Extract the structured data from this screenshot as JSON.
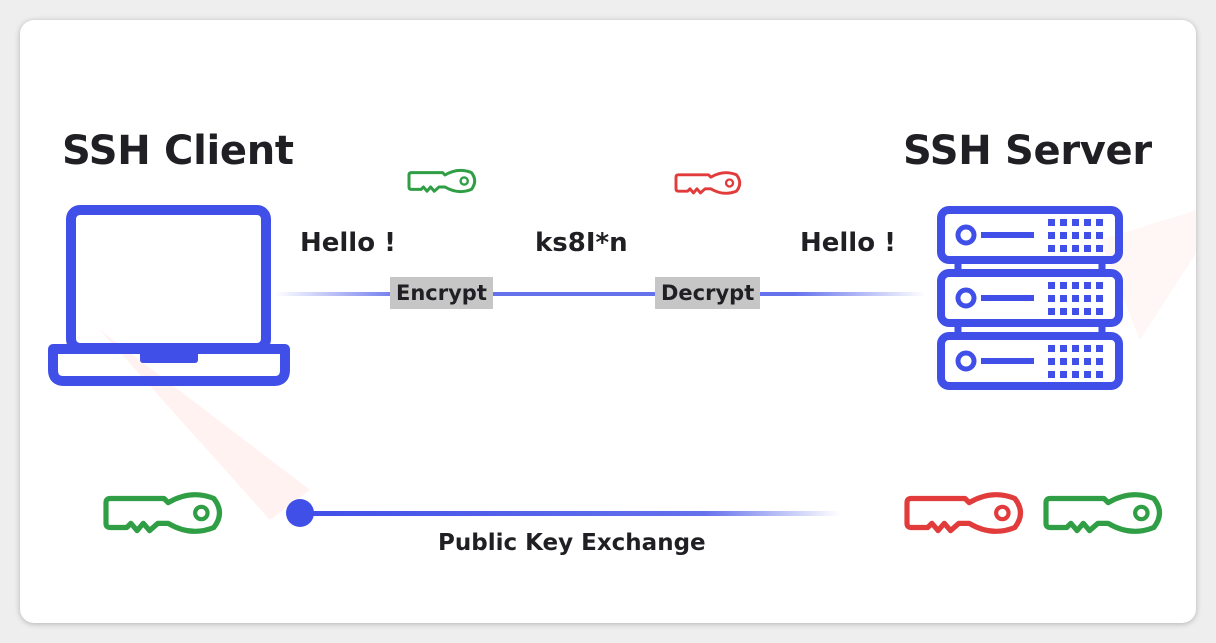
{
  "client": {
    "title": "SSH Client",
    "message": "Hello !"
  },
  "server": {
    "title": "SSH Server",
    "message": "Hello !"
  },
  "transit": {
    "ciphertext": "ks8I*n",
    "encrypt_label": "Encrypt",
    "decrypt_label": "Decrypt"
  },
  "exchange": {
    "caption": "Public Key Exchange"
  },
  "colors": {
    "device": "#3f4fe8",
    "key_green": "#2f9e44",
    "key_red": "#e23b3b",
    "text": "#1f1f24",
    "label_bg": "#c6c6c6"
  },
  "icons": [
    "laptop-icon",
    "server-rack-icon",
    "key-icon"
  ]
}
